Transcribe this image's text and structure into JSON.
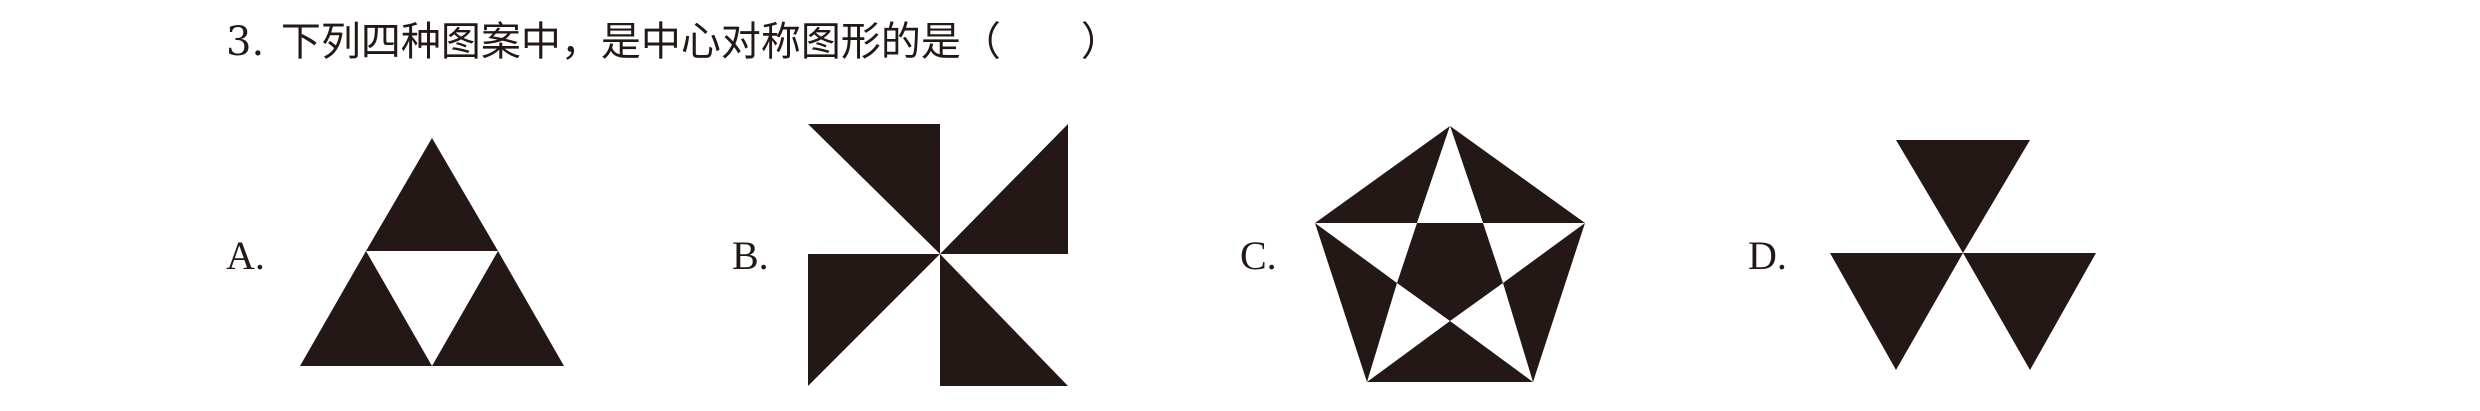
{
  "question": {
    "number": "3.",
    "text": "下列四种图案中，是中心对称图形的是（",
    "close_paren": "）"
  },
  "options": [
    {
      "label": "A.",
      "figure": "triangle-triforce-icon"
    },
    {
      "label": "B.",
      "figure": "pinwheel-icon"
    },
    {
      "label": "C.",
      "figure": "pentagon-star-icon"
    },
    {
      "label": "D.",
      "figure": "three-triangles-icon"
    }
  ],
  "colors": {
    "ink": "#231815",
    "background": "#ffffff"
  }
}
